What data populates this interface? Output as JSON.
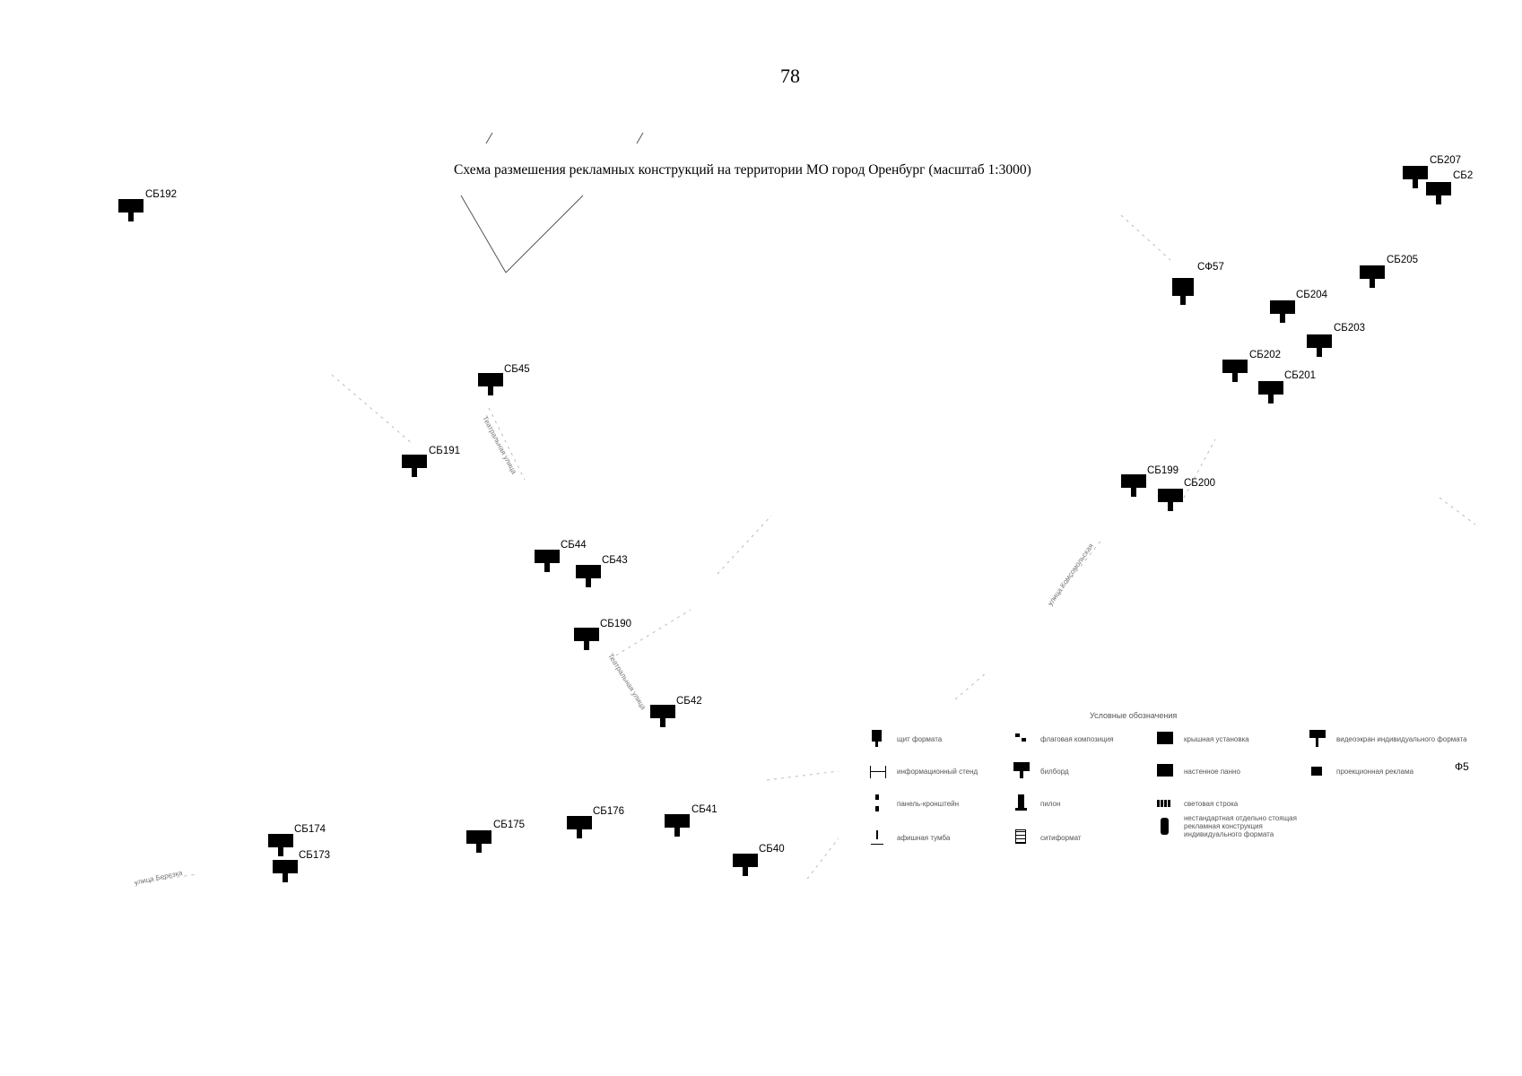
{
  "page_number": "78",
  "title": "Схема размешения рекламных конструкций на территории МО город Оренбург (масштаб 1:3000)",
  "markers": [
    "СБ192",
    "СБ45",
    "СБ191",
    "СБ44",
    "СБ43",
    "СБ190",
    "СБ42",
    "СБ41",
    "СБ40",
    "СБ176",
    "СБ175",
    "СБ174",
    "СБ173",
    "СФ57",
    "СБ204",
    "СБ205",
    "СБ203",
    "СБ202",
    "СБ201",
    "СБ199",
    "СБ200",
    "СБ207",
    "СБ2"
  ],
  "streets": [
    "Театральная улица",
    "Театральная улица",
    "улица Березка",
    "улица Комсомольская"
  ],
  "legend": {
    "title": "Условные обозначения",
    "items": [
      "щит формата",
      "флаговая композиция",
      "крышная установка",
      "видеоэкран индивидуального формата",
      "информационный стенд",
      "билборд",
      "настенное панно",
      "проекционная реклама",
      "панель-кронштейн",
      "пилон",
      "световая строка",
      "афишная тумба",
      "ситиформат",
      "нестандартная отдельно стоящая рекламная конструкция индивидуального формата"
    ],
    "extra_label": "Ф5"
  }
}
